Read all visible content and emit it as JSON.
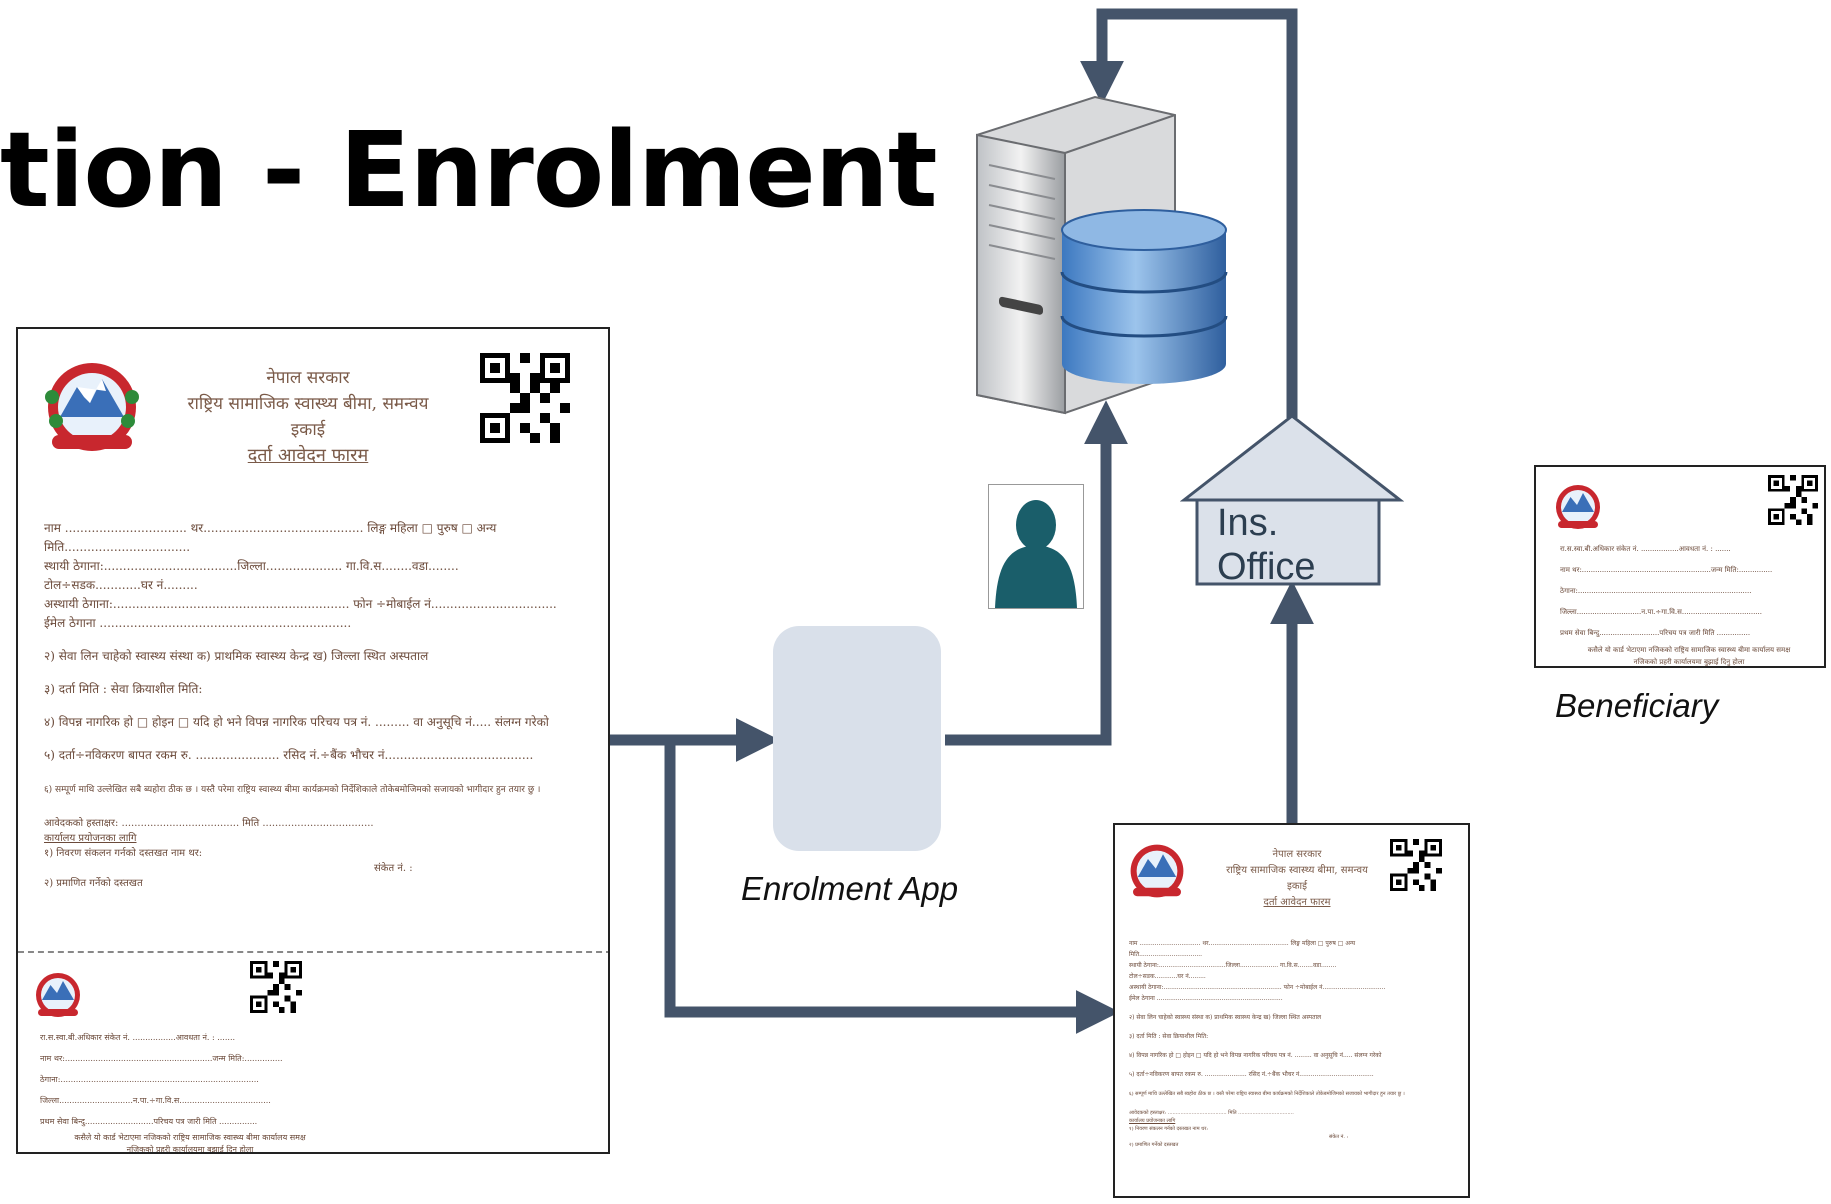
{
  "title": "tion - Enrolment",
  "colors": {
    "arrow": "#44546a",
    "app_box": "#d9e0ea",
    "office_fill": "#dbe1ea",
    "person": "#1a5e6a"
  },
  "icons": [
    "server-icon",
    "database-icon",
    "person-icon",
    "office-house-icon",
    "emblem-icon",
    "qr-code-icon"
  ],
  "labels": {
    "enrolment_app": "Enrolment App",
    "ins_office_line1": "Ins.",
    "ins_office_line2": "Office",
    "beneficiary": "Beneficiary"
  },
  "form": {
    "header_line1": "नेपाल सरकार",
    "header_line2": "राष्ट्रिय सामाजिक स्वास्थ्य बीमा, समन्वय",
    "header_line3": "इकाई",
    "header_line4": "दर्ता आवेदन फारम",
    "fields": [
      "नाम ................................ थर.......................................... लिङ्ग महिला □ पुरुष □ अन्य",
      "मिति.................................",
      "स्थायी ठेगाना:...................................जिल्ला.................... गा.वि.स........वडा........",
      "टोल÷सडक............घर नं.........",
      "अस्थायी ठेगाना:.............................................................. फोन ÷मोबाईल नं.................................",
      "ईमेल ठेगाना ..................................................................",
      "२) सेवा लिन चाहेको स्वास्थ्य संस्था      क) प्राथमिक स्वास्थ्य केन्द्र           ख) जिल्ला स्थित अस्पताल",
      "३) दर्ता मिति :                           सेवा क्रियाशील मिति:",
      "४) विपन्न नागरिक हो □ होइन □ यदि हो भने विपन्न नागरिक परिचय पत्र नं. ......... वा अनुसूचि नं..... संलग्न गरेको",
      "५)  दर्ता÷नविकरण बापत रकम रु. ...................... रसिद नं.÷बैंक भौचर नं.......................................",
      "६) सम्पूर्ण माथि उल्लेखित सबै ब्यहोरा ठीक छ । यस्तै परेमा राष्ट्रिय स्वास्थ्य बीमा कार्यक्रमको निर्देशिकाले तोकेबमोजिमको सजायको भागीदार हुन तयार छु ।",
      "आवेदकको हस्ताक्षर: ..................................... मिति ...................................",
      "कार्यालय प्रयोजनका लागि",
      "१) निवरण संकलन गर्नको दस्तखत                    नाम थर:",
      "संकेत नं. :",
      "२) प्रमाणित गर्नेको दस्तखत"
    ],
    "card_lines": [
      "रा.स.स्वा.बी.अधिकार संकेत नं. .................आवधता नं. : .......",
      "नाम थर:..........................................................जन्म मिति:...............",
      "ठेगाना:..............................................................................",
      "जिल्ला.............................न.पा.÷गा.वि.स....................................",
      "प्रथम सेवा बिन्दु...........................परिचय पत्र जारी मिति ...............",
      "कसैले यो कार्ड भेटाएमा नजिकको राष्ट्रिय सामाजिक स्वास्थ्य बीमा कार्यालय समक्ष",
      "नजिकको प्रहरी कार्यालयमा बुझाई दिनु होला"
    ]
  }
}
